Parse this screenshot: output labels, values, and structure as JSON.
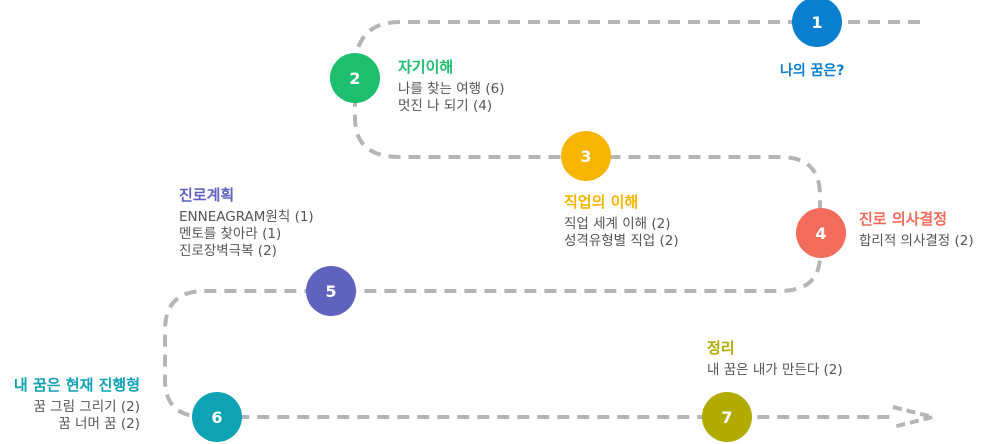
{
  "colors": {
    "path": "#b5b5b5",
    "step1": "#0a7fd0",
    "step2": "#1dbf6f",
    "step3": "#f6b500",
    "step4": "#f26b5b",
    "step5": "#5f63bd",
    "step6": "#0ea2b4",
    "step7": "#b1ab00"
  },
  "steps": [
    {
      "number": "1",
      "title": "나의 꿈은?",
      "items": []
    },
    {
      "number": "2",
      "title": "자기이해",
      "items": [
        "나를 찾는 여행 (6)",
        "멋진 나 되기 (4)"
      ]
    },
    {
      "number": "3",
      "title": "직업의 이해",
      "items": [
        "직업 세계 이해 (2)",
        "성격유형별 직업 (2)"
      ]
    },
    {
      "number": "4",
      "title": "진로 의사결정",
      "items": [
        "합리적 의사결정 (2)"
      ]
    },
    {
      "number": "5",
      "title": "진로계획",
      "items": [
        "ENNEAGRAM원칙 (1)",
        "멘토를 찾아라 (1)",
        "진로장벽극복 (2)"
      ]
    },
    {
      "number": "6",
      "title": "내 꿈은 현재 진행형",
      "items": [
        "꿈 그림 그리기 (2)",
        "꿈 너머 꿈 (2)"
      ]
    },
    {
      "number": "7",
      "title": "정리",
      "items": [
        "내 꿈은 내가 만든다 (2)"
      ]
    }
  ]
}
